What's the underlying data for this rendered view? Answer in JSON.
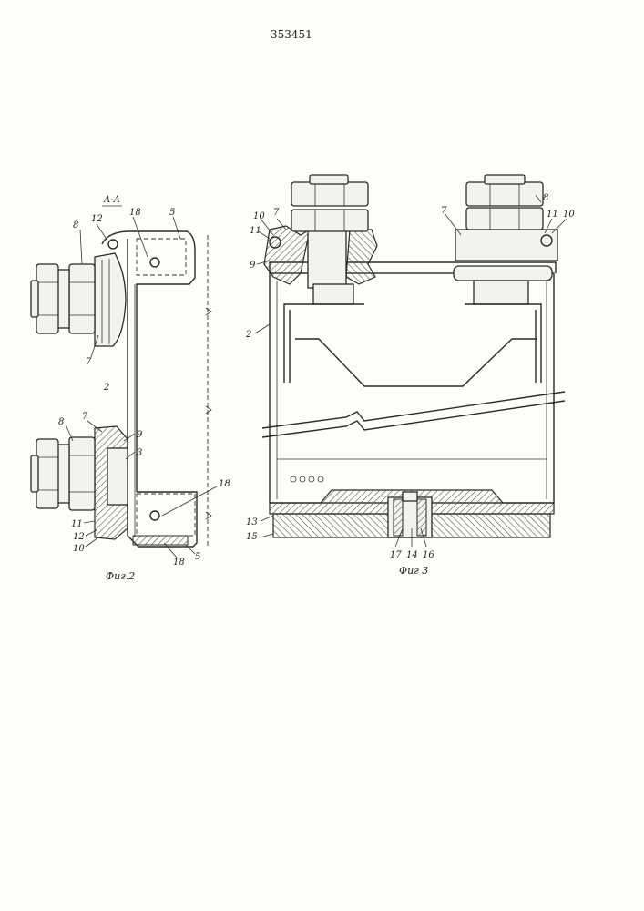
{
  "patent_number": "353451",
  "section_label": "A-A",
  "figures": [
    {
      "caption": "Фиг.2"
    },
    {
      "caption": "Фиг 3"
    }
  ],
  "fig2_labels": [
    "8",
    "12",
    "18",
    "5",
    "7",
    "2",
    "8",
    "7",
    "9",
    "3",
    "11",
    "12",
    "10",
    "18",
    "5",
    "18"
  ],
  "fig3_labels": [
    "10",
    "7",
    "11",
    "9",
    "2",
    "8",
    "7",
    "11",
    "10",
    "13",
    "15",
    "17",
    "14",
    "16"
  ],
  "colors": {
    "ink": "#2a2a2a",
    "paper": "#fdfdfb",
    "hatch": "#555555"
  }
}
